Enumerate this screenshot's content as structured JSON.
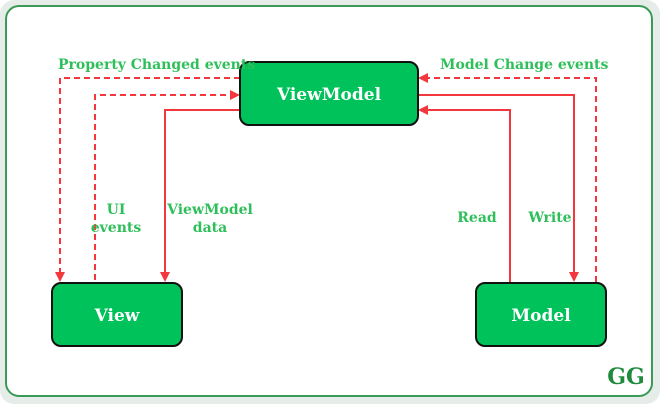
{
  "nodes": {
    "viewmodel": "ViewModel",
    "view": "View",
    "model": "Model"
  },
  "edges": {
    "property_changed": "Property Changed events",
    "model_change": "Model Change events",
    "ui_events": [
      "UI",
      "events"
    ],
    "viewmodel_data": [
      "ViewModel",
      "data"
    ],
    "read": "Read",
    "write": "Write"
  },
  "logo": {
    "text": "GG"
  },
  "colors": {
    "node_fill": "#00c25a",
    "node_border": "#111111",
    "arrow": "#f2373d",
    "label": "#2fbf5a",
    "frame_border": "#3a9a58"
  }
}
